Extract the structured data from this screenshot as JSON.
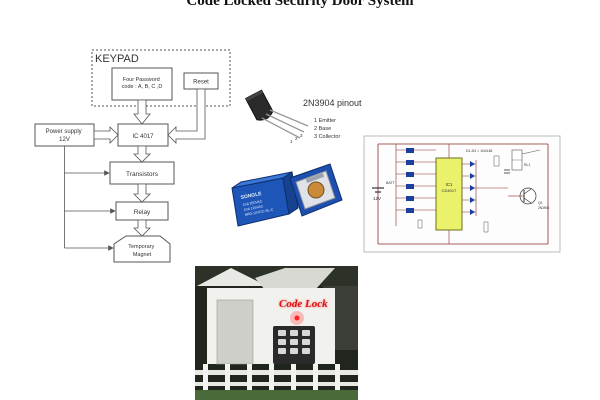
{
  "title": "Code Locked Security Door System",
  "block_diagram": {
    "keypad_label": "KEYPAD",
    "password_box": "Four Password code : A, B, C ,D",
    "reset_box": "Reset",
    "power_box": "Power supply 12V",
    "ic_box": "IC 4017",
    "transistors_box": "Transistors",
    "relay_box": "Relay",
    "magnet_box": "Temporary Magnet"
  },
  "pinout": {
    "title": "2N3904 pinout",
    "pins": [
      "1 Emitter",
      "2 Base",
      "3 Collector"
    ],
    "pin_numbers": [
      "1",
      "2",
      "3"
    ]
  },
  "relay_photo": {
    "brand": "SONGLE",
    "rating_lines": [
      "10A 250VAC",
      "10A 125VAC",
      "SRD-12VDC-SL-C"
    ]
  },
  "schematic": {
    "supply_label": "12V",
    "ic_label": "IC1",
    "ic_part": "CD4017",
    "battery_label": "BATT",
    "transistor_label": "Q1",
    "transistor_part": "2N3904",
    "relay_label": "RL1",
    "top_rail_label": "D1-D4 = 1N4148"
  },
  "photo": {
    "sign_text": "Code Lock"
  }
}
